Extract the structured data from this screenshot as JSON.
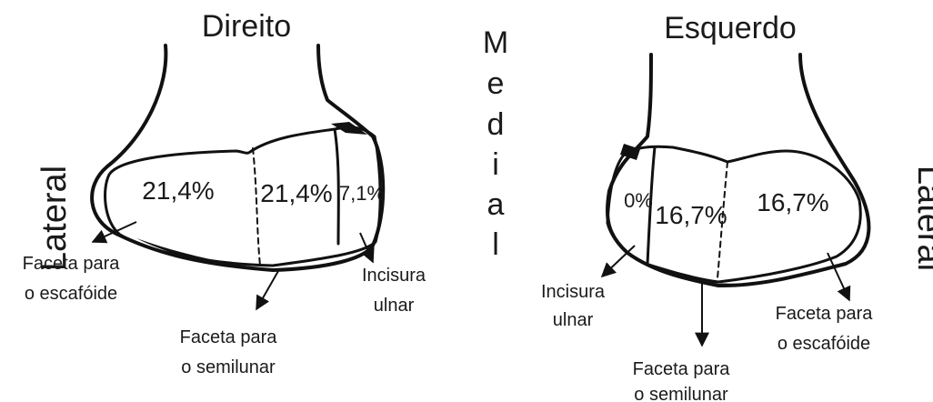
{
  "right_wrist": {
    "title": "Direito",
    "side_label": "Lateral",
    "percentages": {
      "scaphoid": "21,4%",
      "lunate": "21,4%",
      "ulnar_notch": "7,1%"
    },
    "labels": {
      "scaphoid": [
        "Faceta para",
        "o escafóide"
      ],
      "lunate": [
        "Faceta para",
        "o semilunar"
      ],
      "ulnar_notch": [
        "Incisura",
        "ulnar"
      ]
    }
  },
  "center": {
    "medial_letters": [
      "M",
      "e",
      "d",
      "i",
      "a",
      "l"
    ]
  },
  "left_wrist": {
    "title": "Esquerdo",
    "side_label": "Lateral",
    "percentages": {
      "ulnar_notch": "0%",
      "lunate": "16,7%",
      "scaphoid": "16,7%"
    },
    "labels": {
      "ulnar_notch": [
        "Incisura",
        "ulnar"
      ],
      "lunate": [
        "Faceta para",
        "o semilunar"
      ],
      "scaphoid": [
        "Faceta para",
        "o escafóide"
      ]
    }
  }
}
